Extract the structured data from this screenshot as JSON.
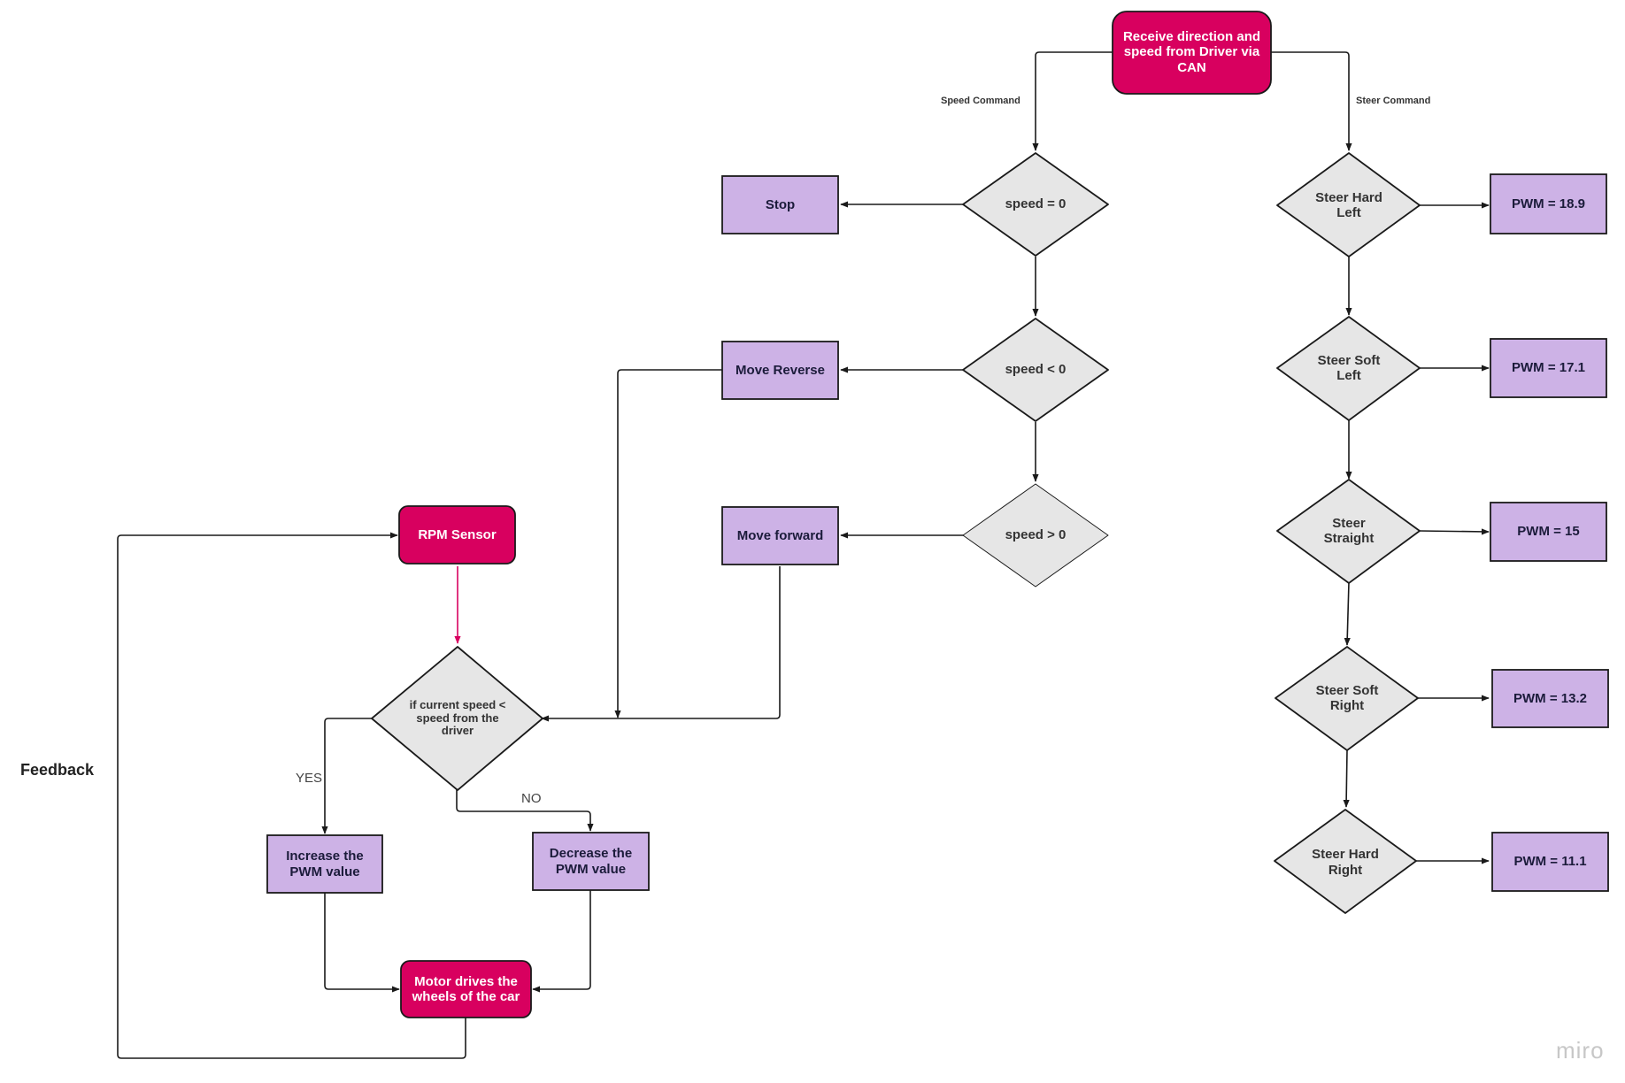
{
  "colors": {
    "pink": "#d8005f",
    "purple": "#cdb2e6",
    "diamond": "#e6e6e6",
    "stroke": "#1a1a1a",
    "sensor_arrow": "#d8005f"
  },
  "nodes": {
    "receive": "Receive direction and speed from Driver via CAN",
    "speed_eq": "speed = 0",
    "speed_lt": "speed < 0",
    "speed_gt": "speed > 0",
    "stop": "Stop",
    "move_reverse": "Move Reverse",
    "move_forward": "Move forward",
    "rpm_sensor": "RPM Sensor",
    "compare": "if current speed < speed from the driver",
    "increase": "Increase the PWM value",
    "decrease": "Decrease the PWM value",
    "motor": "Motor drives the wheels of the car",
    "steer_hard_left": "Steer Hard Left",
    "steer_soft_left": "Steer Soft Left",
    "steer_straight": "Steer Straight",
    "steer_soft_right": "Steer Soft Right",
    "steer_hard_right": "Steer Hard Right",
    "pwm_hard_left": "PWM = 18.9",
    "pwm_soft_left": "PWM = 17.1",
    "pwm_straight": "PWM = 15",
    "pwm_soft_right": "PWM = 13.2",
    "pwm_hard_right": "PWM = 11.1"
  },
  "edge_labels": {
    "speed_command": "Speed Command",
    "steer_command": "Steer Command",
    "yes": "YES",
    "no": "NO"
  },
  "feedback_label": "Feedback",
  "brand": "miro"
}
